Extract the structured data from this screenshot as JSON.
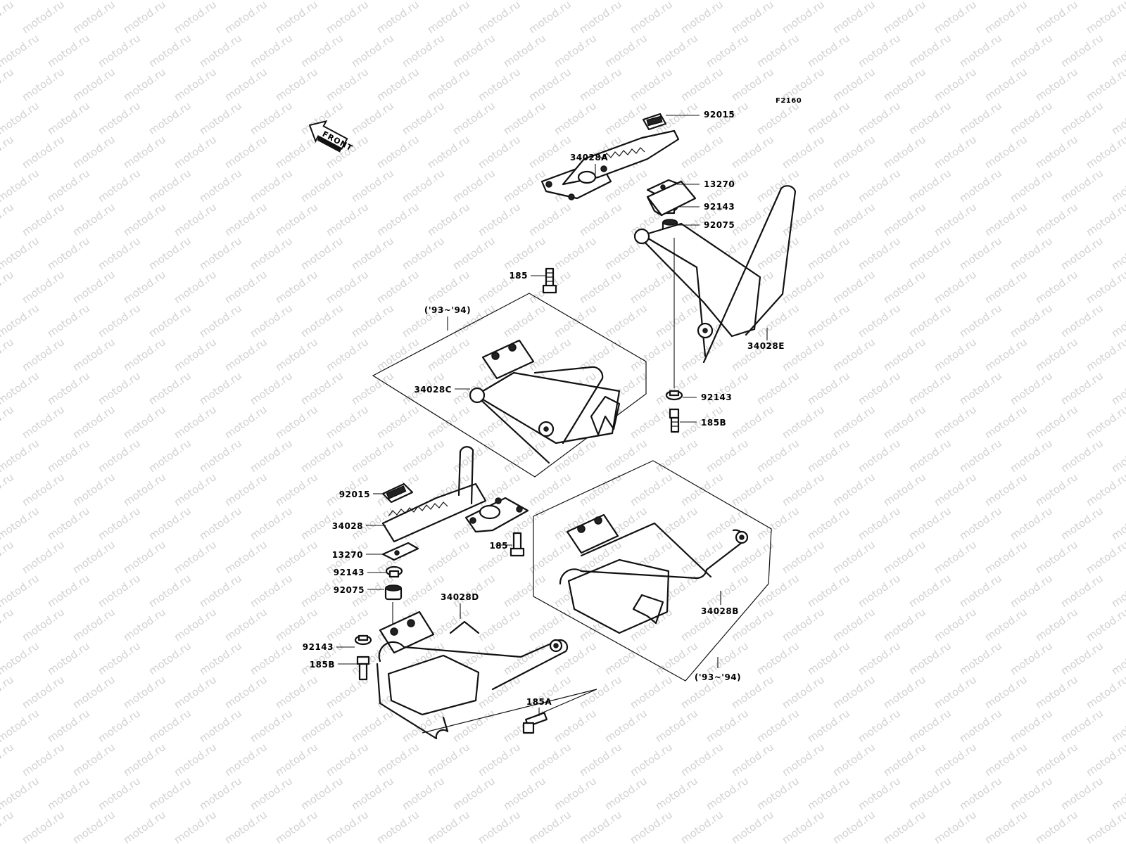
{
  "watermark": {
    "text": "motod.ru",
    "color": "#bdbdbd"
  },
  "figure_code": "F2160",
  "front_arrow": "FRONT",
  "callouts": [
    {
      "id": "c-92015-top",
      "text": "92015"
    },
    {
      "id": "c-34028a",
      "text": "34028A"
    },
    {
      "id": "c-13270-top",
      "text": "13270"
    },
    {
      "id": "c-92143-top",
      "text": "92143"
    },
    {
      "id": "c-92075-top",
      "text": "92075"
    },
    {
      "id": "c-185-top",
      "text": "185"
    },
    {
      "id": "c-years-top",
      "text": "('93~'94)"
    },
    {
      "id": "c-34028e",
      "text": "34028E"
    },
    {
      "id": "c-34028c",
      "text": "34028C"
    },
    {
      "id": "c-92143-mid",
      "text": "92143"
    },
    {
      "id": "c-185b-mid",
      "text": "185B"
    },
    {
      "id": "c-92015-bot",
      "text": "92015"
    },
    {
      "id": "c-34028",
      "text": "34028"
    },
    {
      "id": "c-185-bot",
      "text": "185"
    },
    {
      "id": "c-13270-bot",
      "text": "13270"
    },
    {
      "id": "c-92143-bot",
      "text": "92143"
    },
    {
      "id": "c-92075-bot",
      "text": "92075"
    },
    {
      "id": "c-34028d",
      "text": "34028D"
    },
    {
      "id": "c-34028b",
      "text": "34028B"
    },
    {
      "id": "c-92143-bot2",
      "text": "92143"
    },
    {
      "id": "c-185b-bot",
      "text": "185B"
    },
    {
      "id": "c-185a",
      "text": "185A"
    },
    {
      "id": "c-years-bot",
      "text": "('93~'94)"
    }
  ]
}
